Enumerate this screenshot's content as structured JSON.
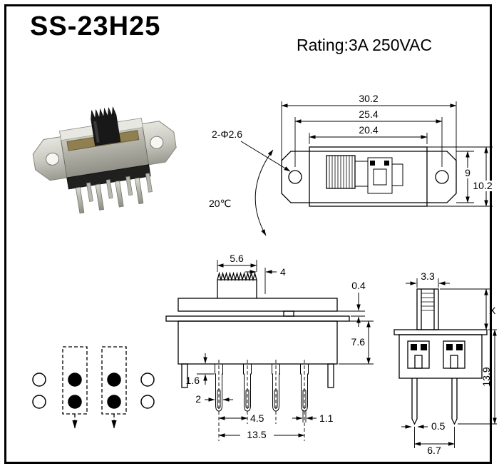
{
  "header": {
    "title": "SS-23H25",
    "rating": "Rating:3A 250VAC"
  },
  "top_view": {
    "width_overall": "30.2",
    "width_holes": "25.4",
    "width_body": "20.4",
    "hole_spec": "2-Φ2.6",
    "height_body": "9",
    "height_overall": "10.2",
    "temp": "20℃"
  },
  "front_view": {
    "knob_width": "5.6",
    "knob_offset": "4",
    "step_height": "0.4",
    "body_height": "7.6",
    "pin_shoulder": "1.6",
    "pin_width": "2",
    "pin_pitch": "4.5",
    "pin_hole": "1.1",
    "pin_span": "13.5"
  },
  "side_view": {
    "stem_width": "3.3",
    "stem_height": "X",
    "overall_height": "13.9",
    "pin_thickness": "0.5",
    "pin_spacing": "6.7"
  }
}
